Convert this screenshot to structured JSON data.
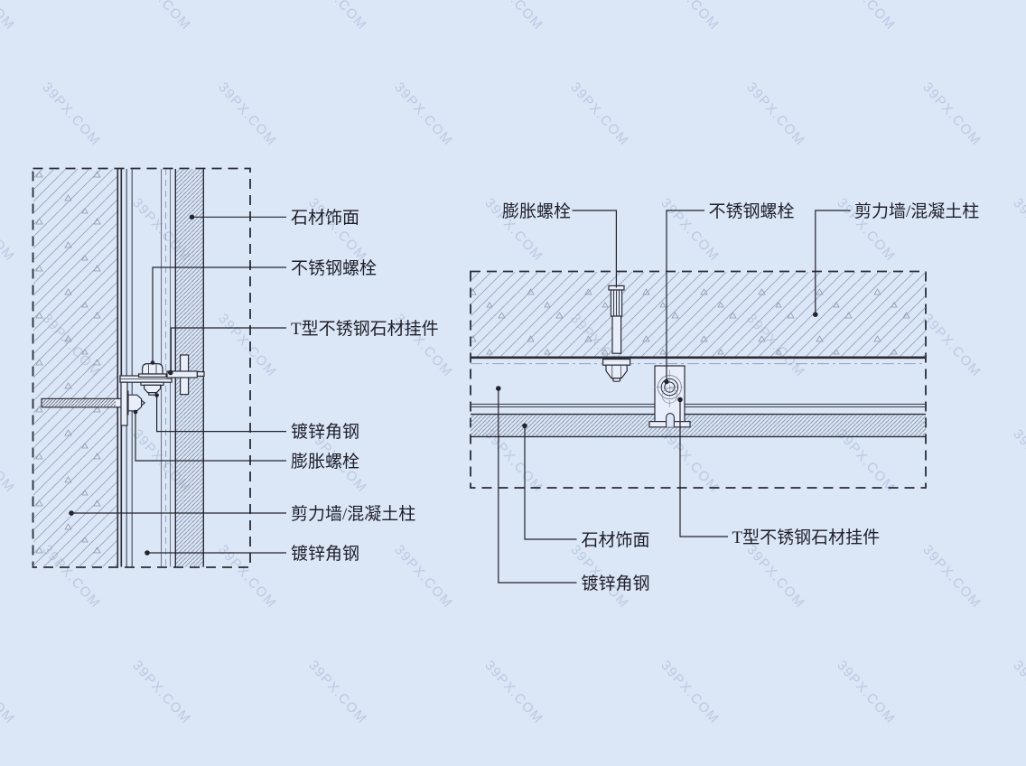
{
  "page": {
    "background": "#dbe6f7",
    "watermark": "39PX.COM"
  },
  "colors": {
    "line": "#2a2b35",
    "secondary_line": "#3f4453",
    "hidden_line": "#98a2b8",
    "concrete_hatch_line": "#99a3b8",
    "stone_hatch_line": "#7b8599",
    "component_fill": "#e9effa",
    "label_text": "#1e1f28",
    "leader": "#23242e"
  },
  "left_detail": {
    "title": "vertical section of stone cladding anchorage",
    "labels": {
      "stone_veneer": "石材饰面",
      "stainless_bolt": "不锈钢螺栓",
      "t_hanger": "T型不锈钢石材挂件",
      "galvanized_angle_upper": "镀锌角钢",
      "expansion_bolt": "膨胀螺栓",
      "shear_wall": "剪力墙/混凝土柱",
      "galvanized_angle_lower": "镀锌角钢"
    }
  },
  "right_detail": {
    "title": "horizontal section of stone cladding anchorage",
    "labels": {
      "expansion_bolt": "膨胀螺栓",
      "stainless_bolt": "不锈钢螺栓",
      "shear_wall": "剪力墙/混凝土柱",
      "stone_veneer": "石材饰面",
      "galvanized_angle": "镀锌角钢",
      "t_hanger": "T型不锈钢石材挂件"
    }
  }
}
